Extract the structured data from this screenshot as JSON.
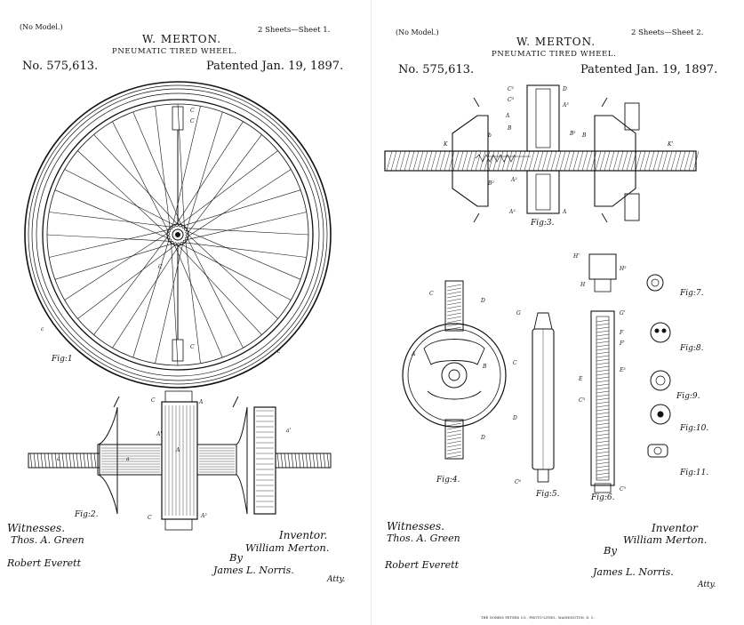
{
  "sheet1": {
    "no_model": "(No Model.)",
    "sheets_label": "2 Sheets—Sheet 1.",
    "inventor_name": "W. MERTON.",
    "title": "PNEUMATIC TIRED WHEEL.",
    "patent_number": "No. 575,613.",
    "patent_date": "Patented Jan. 19, 1897.",
    "fig1_label": "Fig:1",
    "fig2_label": "Fig:2.",
    "witnesses_heading": "Witnesses.",
    "witness_1": "Thos. A. Green",
    "witness_2": "Robert Everett",
    "inventor_heading": "Inventor.",
    "inventor_signature": "William Merton.",
    "by_label": "By",
    "attorney_signature": "James L. Norris.",
    "atty_label": "Atty.",
    "refs": {
      "c1": "c",
      "c2": "c",
      "c3": "C",
      "c4": "C",
      "c5": "C",
      "a1": "A",
      "a2": "A'",
      "a3": "A",
      "a4": "a",
      "a5": "a'",
      "a6": "A",
      "a7": "a",
      "a8": "A²",
      "c6": "C",
      "c7": "C",
      "c8": "C"
    }
  },
  "sheet2": {
    "no_model": "(No Model.)",
    "sheets_label": "2 Sheets—Sheet 2.",
    "inventor_name": "W. MERTON.",
    "title": "PNEUMATIC TIRED WHEEL.",
    "patent_number": "No. 575,613.",
    "patent_date": "Patented Jan. 19, 1897.",
    "fig3_label": "Fig:3.",
    "fig4_label": "Fig:4.",
    "fig5_label": "Fig:5.",
    "fig6_label": "Fig:6.",
    "fig7_label": "Fig:7.",
    "fig8_label": "Fig:8.",
    "fig9_label": "Fig:9.",
    "fig10_label": "Fig:10.",
    "fig11_label": "Fig:11.",
    "witnesses_heading": "Witnesses.",
    "witness_1": "Thos. A. Green",
    "witness_2": "Robert Everett",
    "inventor_heading": "Inventor",
    "inventor_signature": "William Merton.",
    "by_label": "By",
    "attorney_signature": "James L. Norris.",
    "atty_label": "Atty.",
    "imprint": "THE NORRIS PETERS CO., PHOTO-LITHO., WASHINGTON, D. C.",
    "refs": {
      "r1": "C²",
      "r2": "D",
      "r3": "C³",
      "r4": "A³",
      "r5": "A",
      "r6": "B",
      "r7": "B¹",
      "r8": "K",
      "r9": "b",
      "r10": "B",
      "r11": "B²",
      "r12": "A²",
      "r13": "A²",
      "r14": "A",
      "r15": "K'",
      "r16": "H'",
      "r17": "H²",
      "r18": "H",
      "r19": "G",
      "r20": "G'",
      "r21": "C",
      "r22": "D",
      "r23": "B",
      "r24": "A",
      "r25": "D",
      "r26": "C",
      "r27": "F",
      "r28": "F'",
      "r29": "E",
      "r30": "E²",
      "r31": "C³",
      "r32": "D",
      "r33": "C⁶",
      "r34": "C⁵"
    }
  }
}
